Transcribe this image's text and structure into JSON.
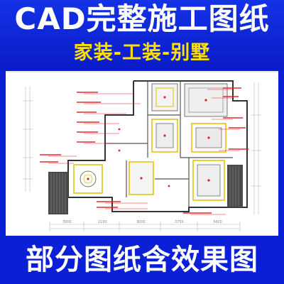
{
  "banner": {
    "title": "CAD完整施工图纸",
    "subtitle": "家装-工装-别墅",
    "footer": "部分图纸含效果图"
  },
  "colors": {
    "background": "#0b1fd6",
    "title_text": "#ffffff",
    "subtitle_text": "#ffe100",
    "annotation_red": "#e02020",
    "plan_yellow": "#f2e200",
    "plan_dark": "#333333"
  },
  "drawing": {
    "type": "cad-ceiling-plan",
    "dimension_labels": [
      "3900",
      "2100",
      "3000",
      "3750",
      "3420"
    ]
  }
}
